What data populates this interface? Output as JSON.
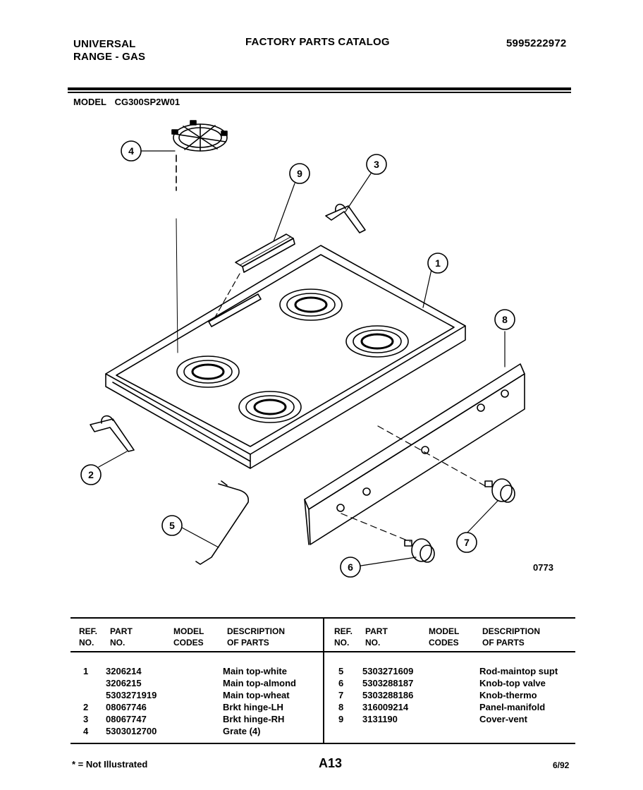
{
  "header": {
    "brand_line1": "UNIVERSAL",
    "brand_line2": "RANGE - GAS",
    "catalog_title": "FACTORY PARTS CATALOG",
    "catalog_number": "5995222972"
  },
  "model": {
    "label": "MODEL",
    "number": "CG300SP2W01"
  },
  "diagram": {
    "drawing_code": "0773",
    "callouts": [
      "1",
      "2",
      "3",
      "4",
      "5",
      "6",
      "7",
      "8",
      "9"
    ]
  },
  "table": {
    "headers": {
      "ref_line1": "REF.",
      "ref_line2": "NO.",
      "part_line1": "PART",
      "part_line2": "NO.",
      "model_line1": "MODEL",
      "model_line2": "CODES",
      "desc_line1": "DESCRIPTION",
      "desc_line2": "OF PARTS"
    },
    "left_rows": [
      {
        "ref": "1",
        "part": "3206214",
        "model": "",
        "desc": "Main top-white"
      },
      {
        "ref": "",
        "part": "3206215",
        "model": "",
        "desc": "Main top-almond"
      },
      {
        "ref": "",
        "part": "5303271919",
        "model": "",
        "desc": "Main top-wheat"
      },
      {
        "ref": "2",
        "part": "08067746",
        "model": "",
        "desc": "Brkt hinge-LH"
      },
      {
        "ref": "3",
        "part": "08067747",
        "model": "",
        "desc": "Brkt hinge-RH"
      },
      {
        "ref": "4",
        "part": "5303012700",
        "model": "",
        "desc": "Grate (4)"
      }
    ],
    "right_rows": [
      {
        "ref": "5",
        "part": "5303271609",
        "model": "",
        "desc": "Rod-maintop supt"
      },
      {
        "ref": "6",
        "part": "5303288187",
        "model": "",
        "desc": "Knob-top valve"
      },
      {
        "ref": "7",
        "part": "5303288186",
        "model": "",
        "desc": "Knob-thermo"
      },
      {
        "ref": "8",
        "part": "316009214",
        "model": "",
        "desc": "Panel-manifold"
      },
      {
        "ref": "9",
        "part": "3131190",
        "model": "",
        "desc": "Cover-vent"
      }
    ]
  },
  "footer": {
    "note": "* = Not Illustrated",
    "page_number": "A13",
    "date": "6/92"
  }
}
